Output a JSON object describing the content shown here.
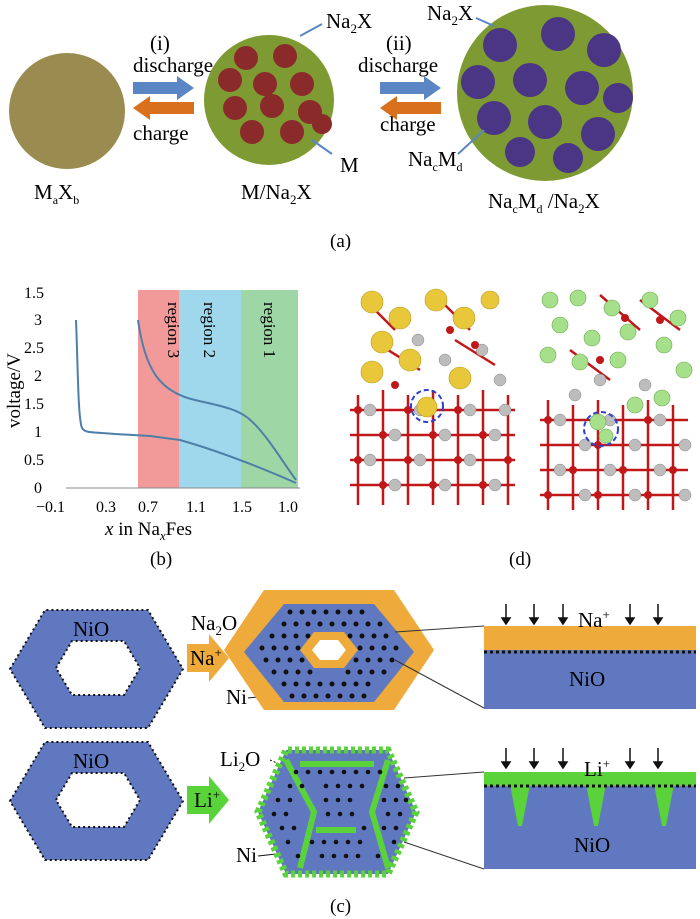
{
  "panel_a": {
    "caption": "(a)",
    "step1_num": "(i)",
    "step1_forward": "discharge",
    "step1_back": "charge",
    "step2_num": "(ii)",
    "step2_forward": "discharge",
    "step2_back": "charge",
    "sphere1_label": {
      "m": "M",
      "a": "a",
      "x": "X",
      "b": "b"
    },
    "sphere2_label": {
      "base": "M/Na",
      "sub": "2",
      "tail": "X"
    },
    "sphere2_na2x": {
      "base": "Na",
      "sub": "2",
      "tail": "X"
    },
    "sphere2_m": "M",
    "sphere3_na2x": {
      "base": "Na",
      "sub": "2",
      "tail": "X"
    },
    "sphere3_nacmd": {
      "na": "Na",
      "c": "c",
      "m": "M",
      "d": "d"
    },
    "sphere3_label": {
      "na": "Na",
      "c": "c",
      "m": "M",
      "d": "d",
      "mid": " /Na",
      "two": "2",
      "x": "X"
    },
    "colors": {
      "sphere1": "#9a8c50",
      "matrix": "#7e9a32",
      "m_particle": "#8b2a2a",
      "nacmd_particle": "#4b3585",
      "arrow_forward": "#5b86c6",
      "arrow_back": "#d9701e"
    }
  },
  "panel_b": {
    "caption": "(b)",
    "ylabel": "voltage/V",
    "xlabel": {
      "x": "x",
      "mid": " in Na",
      "sub": "x",
      "tail": "Fes"
    },
    "y_ticks": [
      "1.5",
      "3",
      "2.5",
      "2",
      "1.5",
      "1",
      "0.5",
      "0"
    ],
    "x_ticks": [
      "−0.1",
      "0.3",
      "0.7",
      "1.1",
      "1.5",
      "1.0"
    ],
    "regions": [
      {
        "label": "region 3",
        "color": "#f29a9a"
      },
      {
        "label": "region 2",
        "color": "#9fd8ec"
      },
      {
        "label": "region 1",
        "color": "#9fd6a6"
      }
    ],
    "line_color": "#4e7fa8"
  },
  "panel_c": {
    "caption": "(c)",
    "top": {
      "nio_left": "NiO",
      "arrow": {
        "base": "Na",
        "sup": "+"
      },
      "na2o": {
        "base": "Na",
        "sub": "2",
        "tail": "O"
      },
      "ni": "Ni",
      "nio_right": "NiO",
      "ion": {
        "base": "Na",
        "sup": "+"
      }
    },
    "bottom": {
      "nio_left": "NiO",
      "arrow": {
        "base": "Li",
        "sup": "+"
      },
      "li2o": {
        "base": "Li",
        "sub": "2",
        "tail": "O"
      },
      "ni": "Ni",
      "nio_right": "NiO",
      "ion": {
        "base": "Li",
        "sup": "+"
      }
    },
    "colors": {
      "nio": "#6078c0",
      "na2o_shell": "#eeaa3a",
      "li2o": "#5ad23a",
      "arrow_na": "#eeaa3a",
      "arrow_li": "#5ad23a"
    }
  },
  "panel_d": {
    "caption": "(d)",
    "colors": {
      "oxygen": "#c01818",
      "fe": "#bdbdbd",
      "na": "#e8c83a",
      "li": "#a6e08a",
      "highlight": "#2b3fd0"
    }
  }
}
